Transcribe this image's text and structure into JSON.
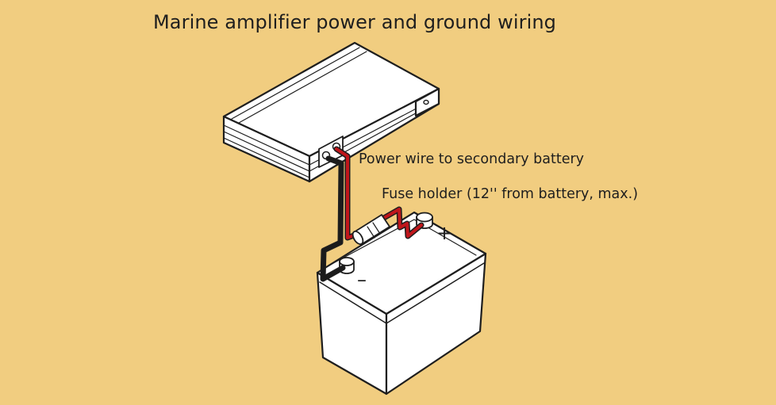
{
  "title": "Marine amplifier power and ground wiring",
  "labels": {
    "power_wire": "Power wire to secondary battery",
    "fuse_holder": "Fuse holder (12'' from battery, max.)"
  },
  "terminals": {
    "positive": "+",
    "negative": "–"
  },
  "colors": {
    "background": "#f1cd80",
    "power_wire": "#c0161b",
    "ground_wire": "#1b1b1b",
    "outline": "#1e1e1e",
    "component_fill": "#ffffff"
  }
}
